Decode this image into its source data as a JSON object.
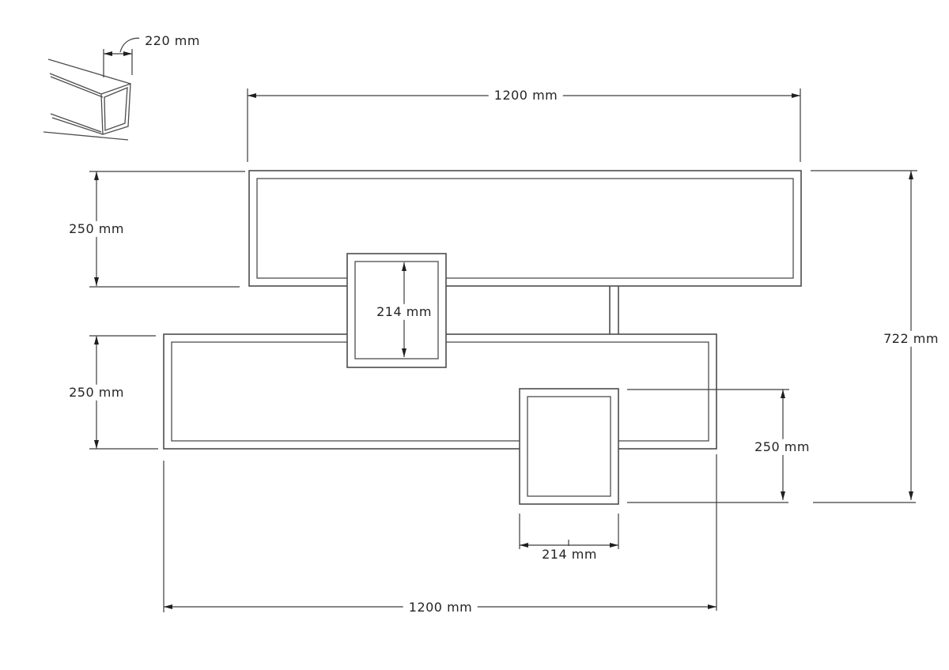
{
  "diagram": {
    "type": "furniture-technical-dimension-drawing",
    "background": "#ffffff",
    "outline_color": "#4d4d4d",
    "dimension_line_color": "#3d3d3d",
    "text_color": "#242424",
    "unit": "mm",
    "labels": {
      "detail_width": "220 mm",
      "top_length": "1200 mm",
      "upper_shelf_height": "250 mm",
      "lower_shelf_height": "250 mm",
      "middle_cube_height": "214 mm",
      "overall_height": "722 mm",
      "right_cube_height": "250 mm",
      "bottom_cube_width": "214 mm",
      "bottom_length": "1200 mm"
    },
    "values_mm": {
      "detail_width": 220,
      "shelf_length": 1200,
      "shelf_height": 250,
      "cube_opening": 214,
      "overall_height": 722
    }
  }
}
